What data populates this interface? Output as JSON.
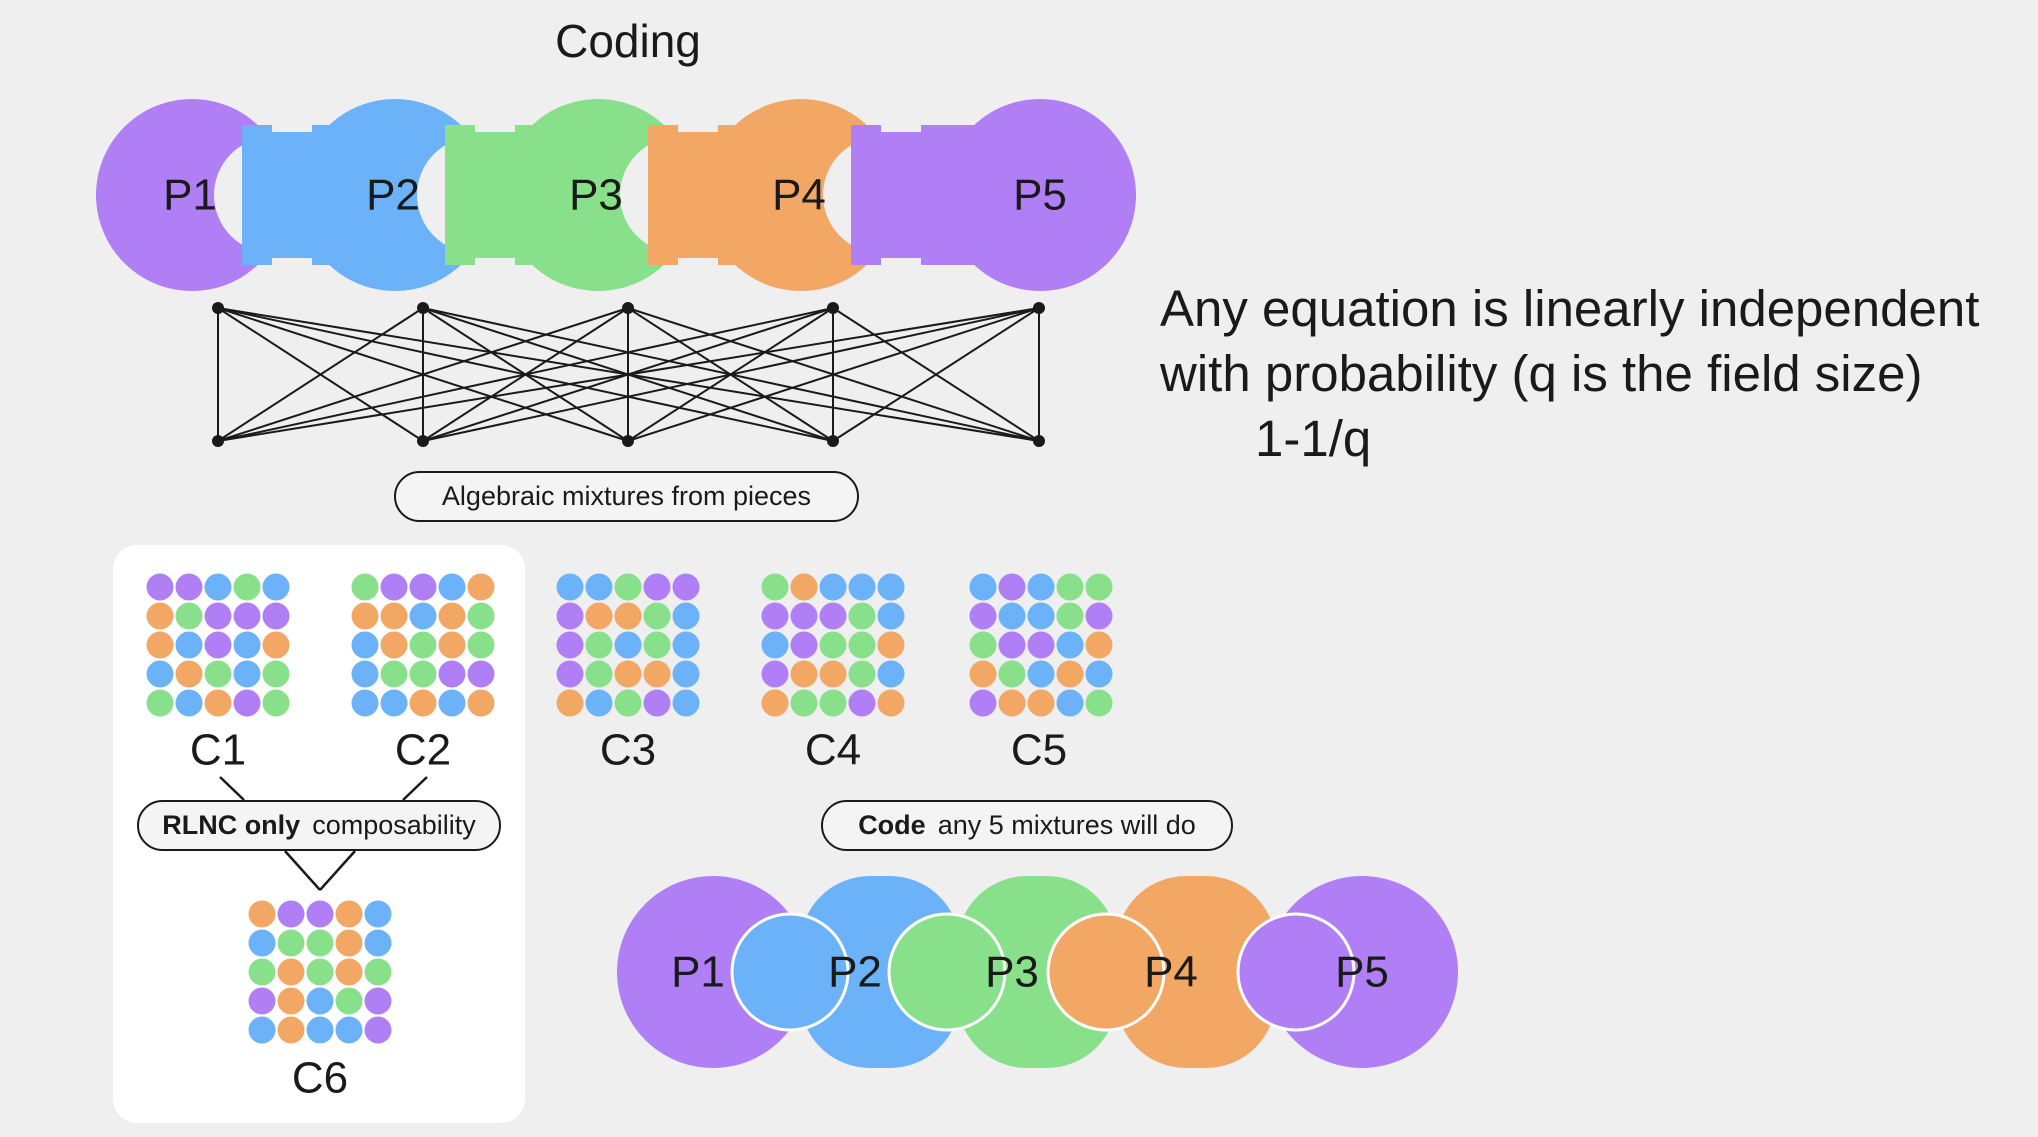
{
  "title": "Coding",
  "equation": {
    "line1": "Any equation is linearly independent",
    "line2": "with probability (q is the field size)",
    "line3": "1-1/q"
  },
  "pieces": [
    "P1",
    "P2",
    "P3",
    "P4",
    "P5"
  ],
  "mixtures_label": "Algebraic mixtures from pieces",
  "coded_labels": [
    "C1",
    "C2",
    "C3",
    "C4",
    "C5",
    "C6"
  ],
  "rlnc_pill": {
    "bold": "RLNC only",
    "text": "composability"
  },
  "code_pill": {
    "bold": "Code",
    "text": "any 5 mixtures will do"
  },
  "colors": {
    "purple": "#b07ff5",
    "blue": "#6cb2f8",
    "green": "#88e08b",
    "orange": "#f2a765",
    "background": "#efefef",
    "stroke": "#1a1a1a"
  },
  "piece_colors": [
    "purple",
    "blue",
    "green",
    "orange",
    "purple"
  ],
  "dot_grids": [
    [
      "ppbgb",
      "ogppp",
      "obpbo",
      "bogbg",
      "gbopg"
    ],
    [
      "gppbo",
      "oobog",
      "bogog",
      "bggpp",
      "bbobo"
    ],
    [
      "bbgpp",
      "poogb",
      "pgbgb",
      "pgoob",
      "obgpb"
    ],
    [
      "gobbb",
      "pppgb",
      "bpggo",
      "poogb",
      "oggpo"
    ],
    [
      "bpbgg",
      "pbbgp",
      "gppbo",
      "ogbob",
      "poobg"
    ],
    [
      "oppob",
      "bggob",
      "gogog",
      "pobgp",
      "bobbp"
    ]
  ]
}
